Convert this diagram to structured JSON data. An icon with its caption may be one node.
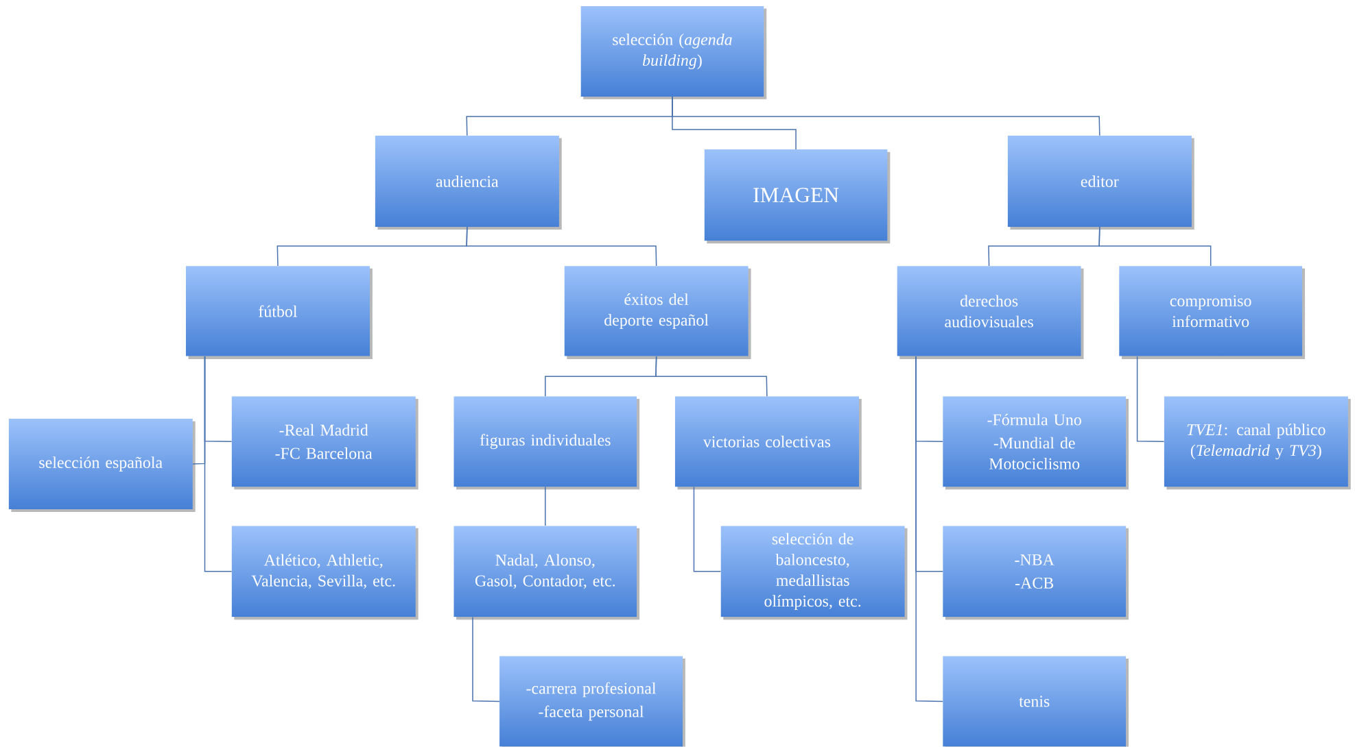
{
  "diagram": {
    "nodes": [
      {
        "text": [
          "selección (*agenda building*)"
        ]
      },
      {
        "text": [
          "audiencia"
        ]
      },
      {
        "text": [
          "IMAGEN"
        ]
      },
      {
        "text": [
          "editor"
        ]
      },
      {
        "text": [
          "fútbol"
        ]
      },
      {
        "text": [
          "éxitos del deporte español"
        ]
      },
      {
        "text": [
          "derechos audiovisuales"
        ]
      },
      {
        "text": [
          "compromiso informativo"
        ]
      },
      {
        "text": [
          "selección española"
        ]
      },
      {
        "text": [
          "-Real Madrid",
          "-FC Barcelona"
        ]
      },
      {
        "text": [
          "Atlético, Athletic, Valencia, Sevilla, etc."
        ]
      },
      {
        "text": [
          "figuras individuales"
        ]
      },
      {
        "text": [
          "victorias colectivas"
        ]
      },
      {
        "text": [
          "-Fórmula Uno",
          "-Mundial de Motociclismo"
        ]
      },
      {
        "text": [
          "*TVE1*: canal público (*Telemadrid* y *TV3*)"
        ]
      },
      {
        "text": [
          "Nadal, Alonso, Gasol, Contador, etc."
        ]
      },
      {
        "text": [
          "selección de baloncesto, medallistas olímpicos, etc."
        ]
      },
      {
        "text": [
          "-NBA",
          "-ACB"
        ]
      },
      {
        "text": [
          "-carrera profesional",
          "-faceta personal"
        ]
      },
      {
        "text": [
          "tenis"
        ]
      }
    ],
    "edges": [
      {
        "from": 0,
        "to": 1,
        "arrow": "none"
      },
      {
        "from": 0,
        "to": 2,
        "arrow": "none"
      },
      {
        "from": 0,
        "to": 3,
        "arrow": "none"
      },
      {
        "from": 1,
        "to": 4,
        "arrow": "none"
      },
      {
        "from": 1,
        "to": 5,
        "arrow": "none"
      },
      {
        "from": 3,
        "to": 6,
        "arrow": "none"
      },
      {
        "from": 3,
        "to": 7,
        "arrow": "none"
      },
      {
        "from": 4,
        "to": 8,
        "arrow": "none"
      },
      {
        "from": 4,
        "to": 9,
        "arrow": "none"
      },
      {
        "from": 4,
        "to": 10,
        "arrow": "none"
      },
      {
        "from": 5,
        "to": 11,
        "arrow": "none"
      },
      {
        "from": 5,
        "to": 12,
        "arrow": "none"
      },
      {
        "from": 6,
        "to": 13,
        "arrow": "none"
      },
      {
        "from": 6,
        "to": 17,
        "arrow": "none"
      },
      {
        "from": 6,
        "to": 19,
        "arrow": "none"
      },
      {
        "from": 7,
        "to": 14,
        "arrow": "none"
      },
      {
        "from": 11,
        "to": 15,
        "arrow": "none"
      },
      {
        "from": 12,
        "to": 16,
        "arrow": "none"
      },
      {
        "from": 15,
        "to": 18,
        "arrow": "none"
      }
    ]
  }
}
